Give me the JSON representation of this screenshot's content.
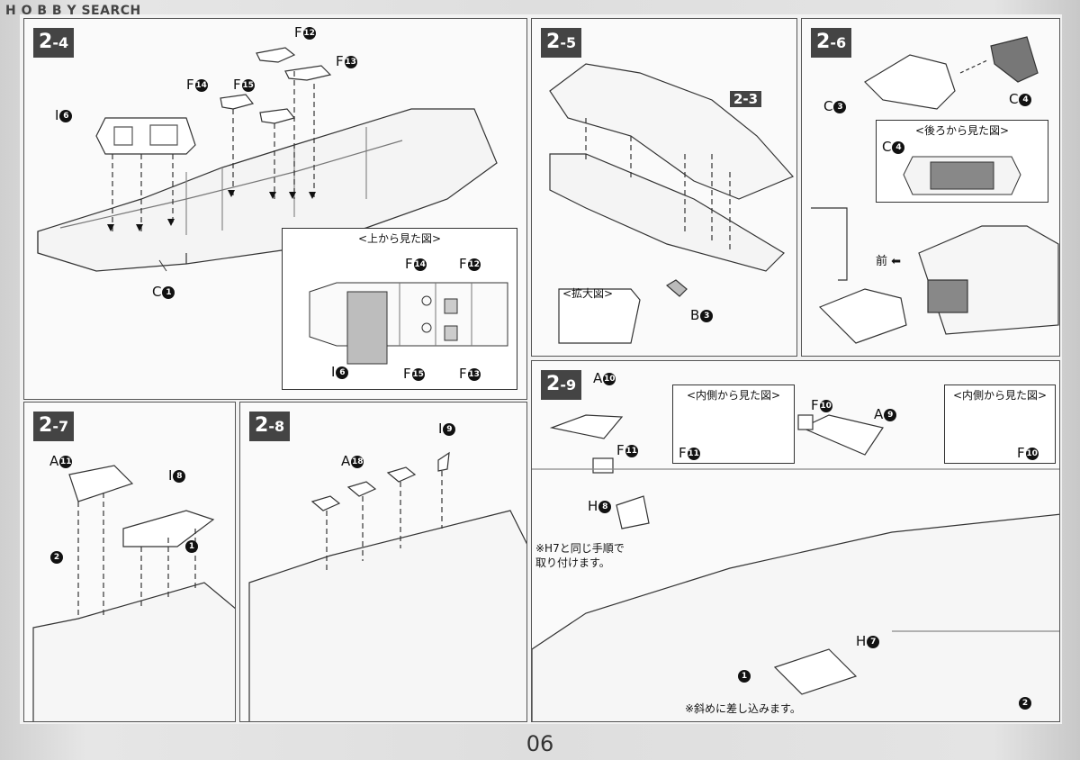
{
  "watermark": "H O B B Y SEARCH",
  "page_number": "06",
  "steps": {
    "s24": {
      "main": "2",
      "sub": "-4"
    },
    "s25": {
      "main": "2",
      "sub": "-5"
    },
    "s26": {
      "main": "2",
      "sub": "-6"
    },
    "s27": {
      "main": "2",
      "sub": "-7"
    },
    "s28": {
      "main": "2",
      "sub": "-8"
    },
    "s29": {
      "main": "2",
      "sub": "-9"
    }
  },
  "labels": {
    "p24": {
      "i6": "I",
      "i6n": "6",
      "c1": "C",
      "c1n": "1",
      "f12": "F",
      "f12n": "12",
      "f13": "F",
      "f13n": "13",
      "f14": "F",
      "f14n": "14",
      "f15": "F",
      "f15n": "15",
      "inset_title": "<上から見た図>",
      "in_f14": "F",
      "in_f14n": "14",
      "in_f12": "F",
      "in_f12n": "12",
      "in_i6": "I",
      "in_i6n": "6",
      "in_f15": "F",
      "in_f15n": "15",
      "in_f13": "F",
      "in_f13n": "13"
    },
    "p25": {
      "ref": "2-3",
      "b3": "B",
      "b3n": "3",
      "inset_title": "<拡大図>"
    },
    "p26": {
      "c3": "C",
      "c3n": "3",
      "c4": "C",
      "c4n": "4",
      "inset_title": "<後ろから見た図>",
      "in_c4": "C",
      "in_c4n": "4",
      "front": "前"
    },
    "p27": {
      "a11": "A",
      "a11n": "11",
      "i8": "I",
      "i8n": "8",
      "n1": "1",
      "n2": "2"
    },
    "p28": {
      "a18": "A",
      "a18n": "18",
      "i9": "I",
      "i9n": "9"
    },
    "p29": {
      "a10": "A",
      "a10n": "10",
      "f11": "F",
      "f11n": "11",
      "inset1_title": "<内側から見た図>",
      "in1_f11": "F",
      "in1_f11n": "11",
      "f10": "F",
      "f10n": "10",
      "a9": "A",
      "a9n": "9",
      "inset2_title": "<内側から見た図>",
      "in2_f10": "F",
      "in2_f10n": "10",
      "h8": "H",
      "h8n": "8",
      "note1": "※H7と同じ手順で",
      "note2": "取り付けます。",
      "h7": "H",
      "h7n": "7",
      "n1": "1",
      "n2": "2",
      "note3": "※斜めに差し込みます。"
    }
  }
}
